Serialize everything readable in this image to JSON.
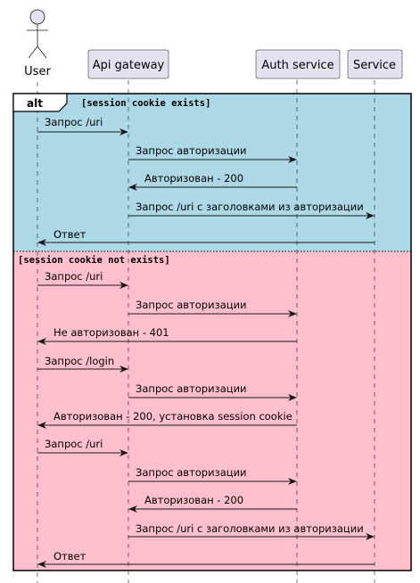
{
  "participants": {
    "user": "User",
    "api_gateway": "Api gateway",
    "auth_service": "Auth service",
    "service": "Service"
  },
  "alt": {
    "keyword": "alt",
    "colors": {
      "branch1_bg": "#add8e6",
      "branch2_bg": "#ffc0cb"
    },
    "branches": [
      {
        "guard": "[session cookie exists]",
        "messages": [
          {
            "from": "user",
            "to": "api_gateway",
            "text": "Запрос /uri"
          },
          {
            "from": "api_gateway",
            "to": "auth_service",
            "text": "Запрос авторизации"
          },
          {
            "from": "auth_service",
            "to": "api_gateway",
            "text": "Авторизован - 200"
          },
          {
            "from": "api_gateway",
            "to": "service",
            "text": "Запрос /uri с заголовками из авторизации"
          },
          {
            "from": "service",
            "to": "user",
            "text": "Ответ"
          }
        ]
      },
      {
        "guard": "[session cookie not exists]",
        "messages": [
          {
            "from": "user",
            "to": "api_gateway",
            "text": "Запрос /uri"
          },
          {
            "from": "api_gateway",
            "to": "auth_service",
            "text": "Запрос авторизации"
          },
          {
            "from": "auth_service",
            "to": "user",
            "text": "Не авторизован - 401"
          },
          {
            "from": "user",
            "to": "api_gateway",
            "text": "Запрос /login"
          },
          {
            "from": "api_gateway",
            "to": "auth_service",
            "text": "Запрос авторизации"
          },
          {
            "from": "auth_service",
            "to": "user",
            "text": "Авторизован - 200, установка session cookie"
          },
          {
            "from": "user",
            "to": "api_gateway",
            "text": "Запрос /uri"
          },
          {
            "from": "api_gateway",
            "to": "auth_service",
            "text": "Запрос авторизации"
          },
          {
            "from": "auth_service",
            "to": "api_gateway",
            "text": "Авторизован - 200"
          },
          {
            "from": "api_gateway",
            "to": "service",
            "text": "Запрос /uri с заголовками из авторизации"
          },
          {
            "from": "service",
            "to": "user",
            "text": "Ответ"
          }
        ]
      }
    ]
  }
}
